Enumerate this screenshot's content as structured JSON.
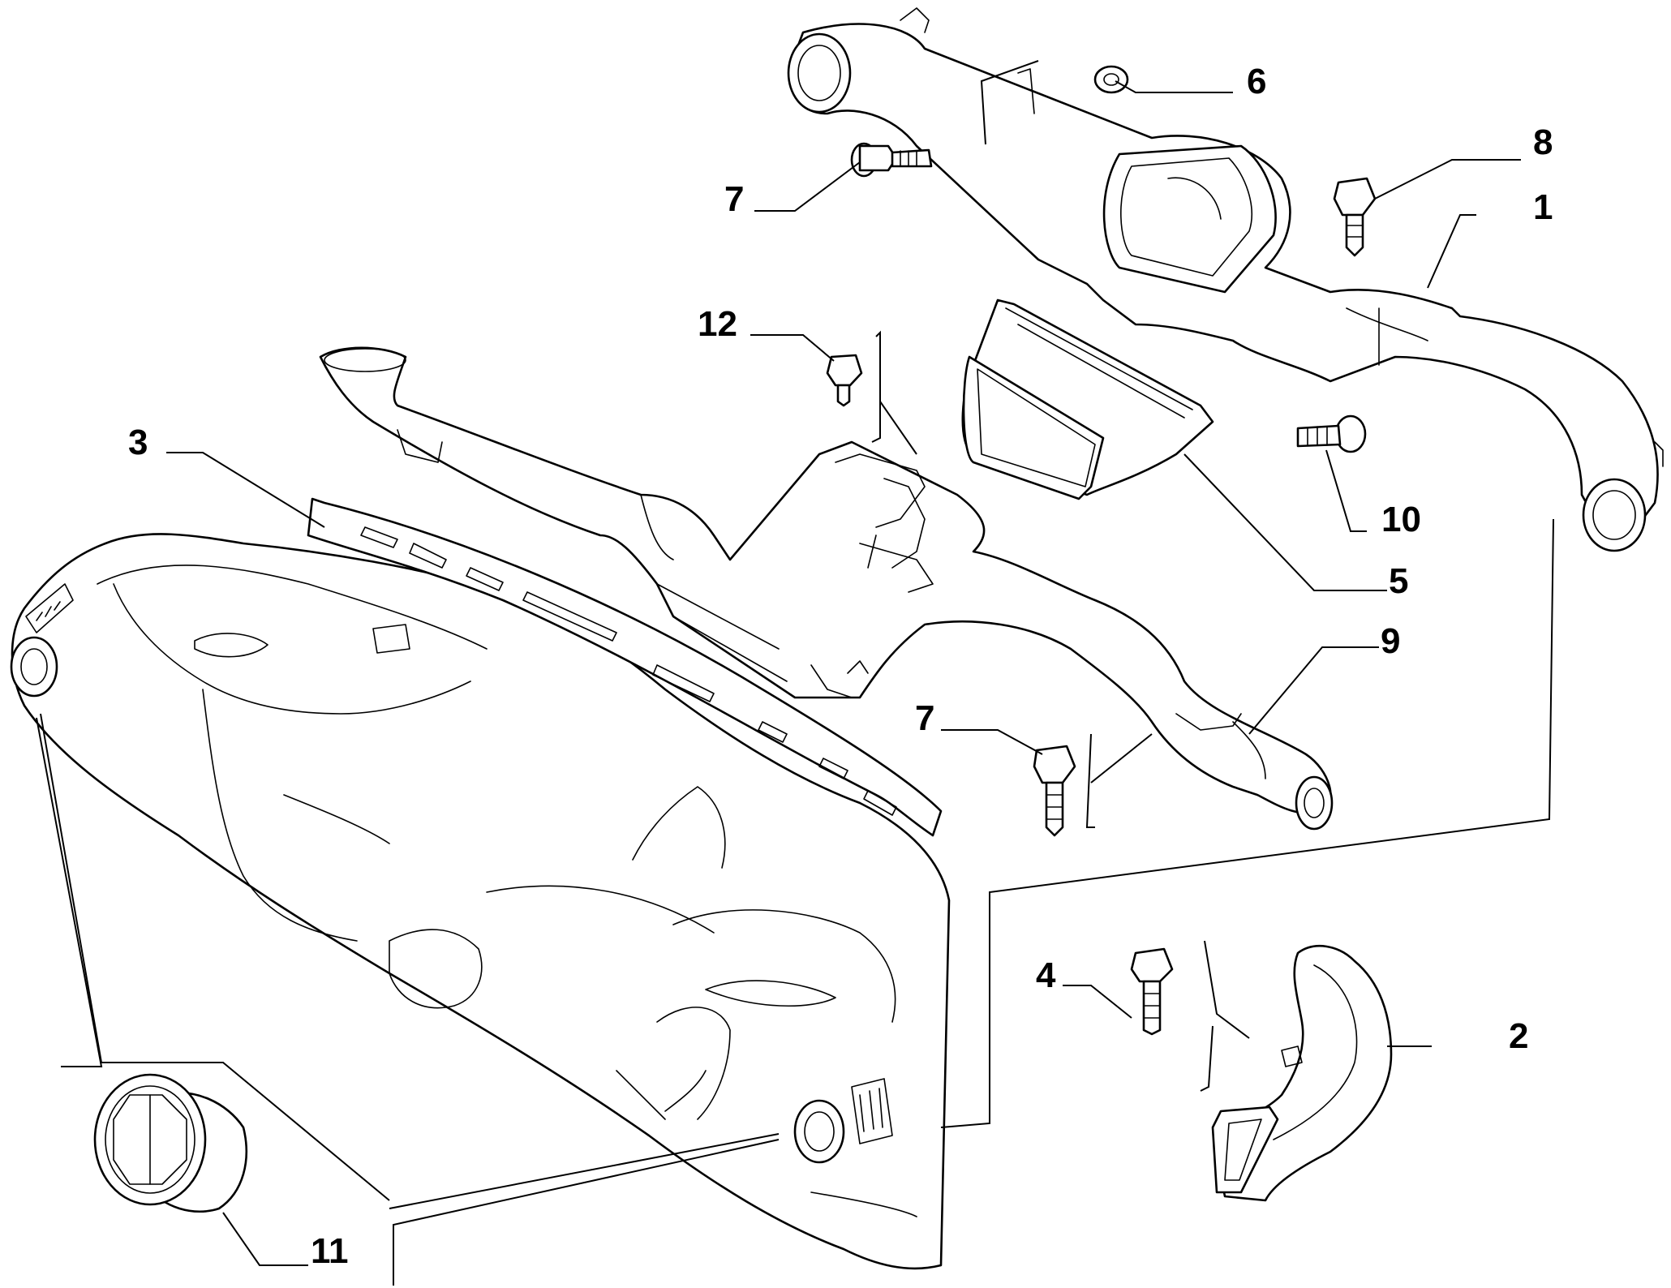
{
  "diagram": {
    "callouts": [
      {
        "id": "1",
        "label": "1"
      },
      {
        "id": "2",
        "label": "2"
      },
      {
        "id": "3",
        "label": "3"
      },
      {
        "id": "4",
        "label": "4"
      },
      {
        "id": "5",
        "label": "5"
      },
      {
        "id": "6",
        "label": "6"
      },
      {
        "id": "7a",
        "label": "7"
      },
      {
        "id": "7b",
        "label": "7"
      },
      {
        "id": "8",
        "label": "8"
      },
      {
        "id": "9",
        "label": "9"
      },
      {
        "id": "10",
        "label": "10"
      },
      {
        "id": "11",
        "label": "11"
      },
      {
        "id": "12",
        "label": "12"
      }
    ]
  }
}
